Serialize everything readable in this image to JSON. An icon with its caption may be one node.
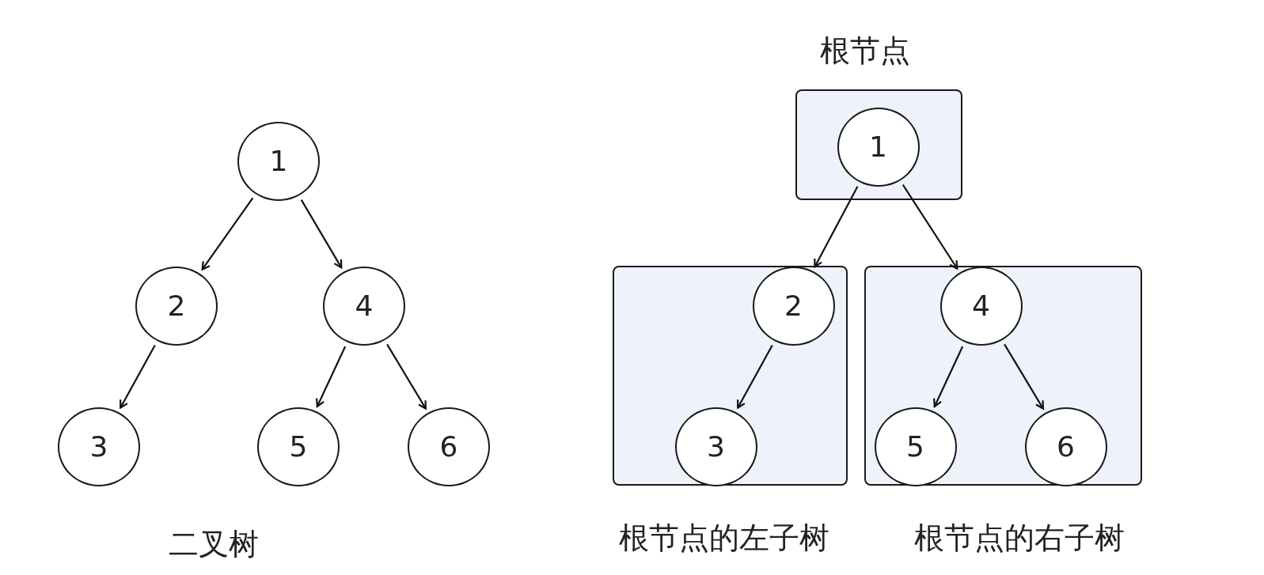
{
  "diagram": {
    "nodes": [
      {
        "text": [
          "1"
        ]
      },
      {
        "text": [
          "2"
        ]
      },
      {
        "text": [
          "4"
        ]
      },
      {
        "text": [
          "3"
        ]
      },
      {
        "text": [
          "5"
        ]
      },
      {
        "text": [
          "6"
        ]
      },
      {
        "text": [
          "根节点"
        ]
      },
      {
        "text": [
          "1"
        ],
        "in": 6
      },
      {
        "text": [
          "根节点的左子树"
        ]
      },
      {
        "text": [
          "2"
        ],
        "in": 8
      },
      {
        "text": [
          "3"
        ],
        "in": 8
      },
      {
        "text": [
          "根节点的右子树"
        ]
      },
      {
        "text": [
          "4"
        ],
        "in": 11
      },
      {
        "text": [
          "5"
        ],
        "in": 11
      },
      {
        "text": [
          "6"
        ],
        "in": 11
      }
    ],
    "edges": [
      {
        "from": 0,
        "to": 1,
        "arrow": "to"
      },
      {
        "from": 0,
        "to": 2,
        "arrow": "to"
      },
      {
        "from": 1,
        "to": 3,
        "arrow": "to"
      },
      {
        "from": 2,
        "to": 4,
        "arrow": "to"
      },
      {
        "from": 2,
        "to": 5,
        "arrow": "to"
      },
      {
        "from": 7,
        "to": 9,
        "arrow": "to"
      },
      {
        "from": 7,
        "to": 12,
        "arrow": "to"
      },
      {
        "from": 9,
        "to": 10,
        "arrow": "to"
      },
      {
        "from": 12,
        "to": 13,
        "arrow": "to"
      },
      {
        "from": 12,
        "to": 14,
        "arrow": "to"
      }
    ],
    "labels": [
      "二叉树"
    ]
  }
}
